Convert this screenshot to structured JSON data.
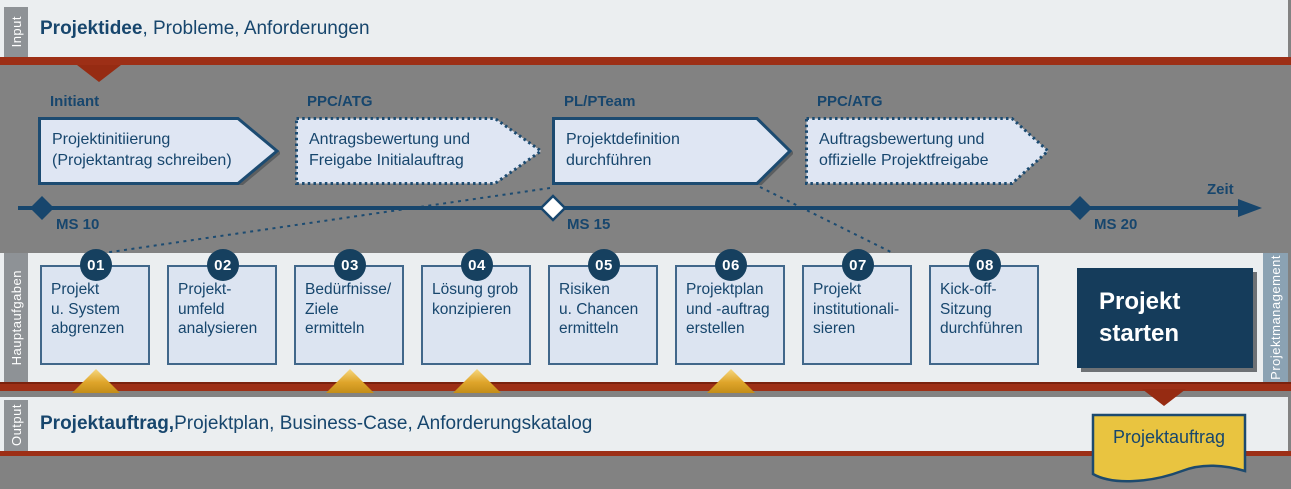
{
  "bands": {
    "input": {
      "tab": "Input",
      "title_bold": "Projektidee",
      "title_rest": ", Probleme, Anforderungen"
    },
    "hauptaufgaben": {
      "tab": "Hauptaufgaben"
    },
    "projektmanagement": {
      "tab": "Projektmanagement"
    },
    "output": {
      "tab": "Output",
      "title_bold": "Projektauftrag,",
      "title_rest": " Projektplan, Business-Case, Anforderungskatalog"
    }
  },
  "phases": [
    {
      "actor": "Initiant",
      "label": "Projektinitiierung\n(Projektantrag schreiben)",
      "border": "solid"
    },
    {
      "actor": "PPC/ATG",
      "label": "Antragsbewertung und\nFreigabe Initialauftrag",
      "border": "dotted"
    },
    {
      "actor": "PL/PTeam",
      "label": "Projektdefinition\ndurchführen",
      "border": "solid"
    },
    {
      "actor": "PPC/ATG",
      "label": "Auftragsbewertung und\noffizielle Projektfreigabe",
      "border": "dotted"
    }
  ],
  "timeline": {
    "axis_label": "Zeit",
    "milestones": [
      {
        "label": "MS 10",
        "filled": true
      },
      {
        "label": "MS 15",
        "filled": false
      },
      {
        "label": "MS 20",
        "filled": true
      }
    ]
  },
  "tasks": [
    {
      "num": "01",
      "label": "Projekt\nu. System\nabgrenzen",
      "marker": true
    },
    {
      "num": "02",
      "label": "Projekt-\numfeld\nanalysieren",
      "marker": false
    },
    {
      "num": "03",
      "label": "Bedürfnisse/\nZiele\nermitteln",
      "marker": true
    },
    {
      "num": "04",
      "label": "Lösung grob\nkonzipieren",
      "marker": true
    },
    {
      "num": "05",
      "label": "Risiken\nu. Chancen\nermitteln",
      "marker": false
    },
    {
      "num": "06",
      "label": "Projektplan\nund -auftrag\nerstellen",
      "marker": true
    },
    {
      "num": "07",
      "label": "Projekt\ninstitutionali-\nsieren",
      "marker": false
    },
    {
      "num": "08",
      "label": "Kick-off-\nSitzung\ndurchführen",
      "marker": false
    }
  ],
  "result_box": {
    "label": "Projekt\nstarten"
  },
  "document": {
    "label": "Projektauftrag"
  },
  "colors": {
    "navy": "#17466d",
    "arrow_fill": "#dfe6f3",
    "arrow_stroke": "#1c4b71",
    "band_bg": "#ebeef0",
    "page_bg": "#828282",
    "red": "#9d2f16",
    "gold": "#d9a62c",
    "box_fill": "#dce4f1",
    "result_bg": "#153c5b",
    "doc_yellow": "#e9c440"
  }
}
